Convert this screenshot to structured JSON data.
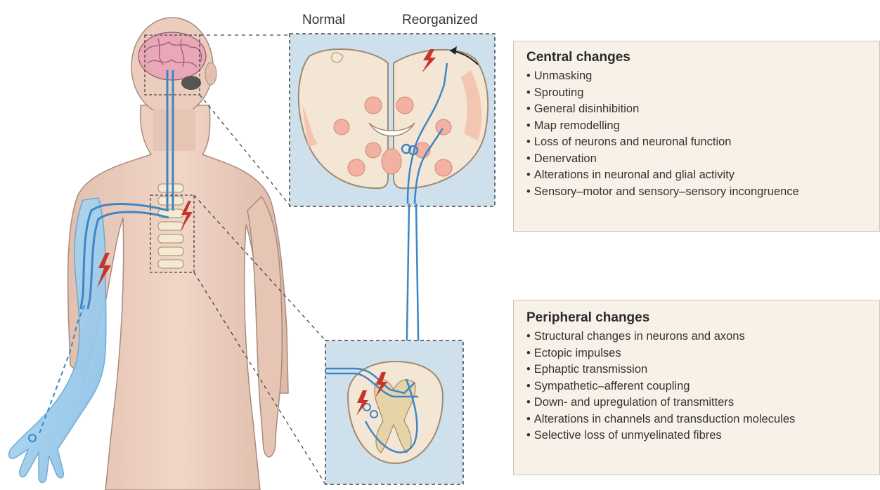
{
  "headers": {
    "normal": "Normal",
    "reorganized": "Reorganized"
  },
  "central_changes": {
    "title": "Central changes",
    "items": [
      "Unmasking",
      "Sprouting",
      "General disinhibition",
      "Map remodelling",
      "Loss of neurons and neuronal function",
      "Denervation",
      "Alterations in neuronal  and glial activity",
      "Sensory–motor and sensory–sensory incongruence"
    ]
  },
  "peripheral_changes": {
    "title": "Peripheral changes",
    "items": [
      "Structural changes in neurons and axons",
      "Ectopic impulses",
      "Ephaptic transmission",
      "Sympathetic–afferent coupling",
      "Down- and upregulation of transmitters",
      "Alterations in channels and transduction molecules",
      "Selective loss of unmyelinated fibres"
    ]
  },
  "colors": {
    "skin": "#eccdbd",
    "skin_outline": "#a88b7d",
    "nerve": "#3d86c6",
    "arm_highlight": "#a9d1ee",
    "inset_bg": "#cde0ec",
    "tissue": "#f4e6d4",
    "tissue_outline": "#a08a70",
    "nucleus": "#f2b1a3",
    "lightning": "#c7342b",
    "box_bg": "#f7f1e8"
  }
}
